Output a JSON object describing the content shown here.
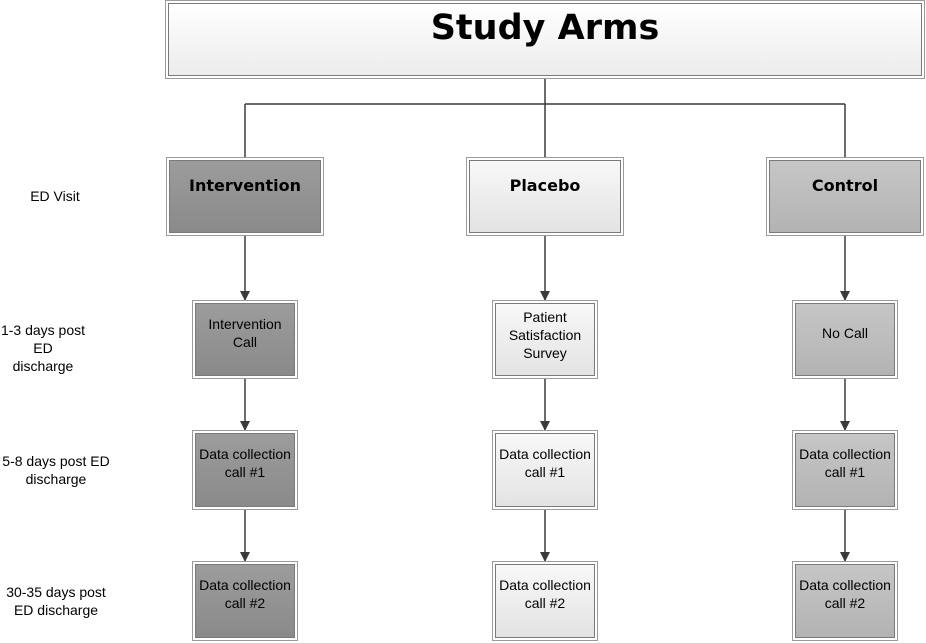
{
  "title": "Study Arms",
  "row_labels": {
    "ed_visit": "ED Visit",
    "days_1_3": "1-3 days post ED\ndischarge",
    "days_5_8": "5-8 days post ED\ndischarge",
    "days_30_35": "30-35 days post\nED discharge"
  },
  "arms": {
    "intervention": {
      "label": "Intervention",
      "step1": "Intervention\nCall",
      "step2": "Data collection\ncall #1",
      "step3": "Data collection\ncall #2"
    },
    "placebo": {
      "label": "Placebo",
      "step1": "Patient\nSatisfaction\nSurvey",
      "step2": "Data collection\ncall #1",
      "step3": "Data collection\ncall #2"
    },
    "control": {
      "label": "Control",
      "step1": "No Call",
      "step2": "Data collection\ncall #1",
      "step3": "Data collection\ncall #2"
    }
  },
  "colors": {
    "intervention": "#939393",
    "placebo": "#eeeeee",
    "control": "#bdbdbd",
    "line": "#3a3a3a"
  }
}
